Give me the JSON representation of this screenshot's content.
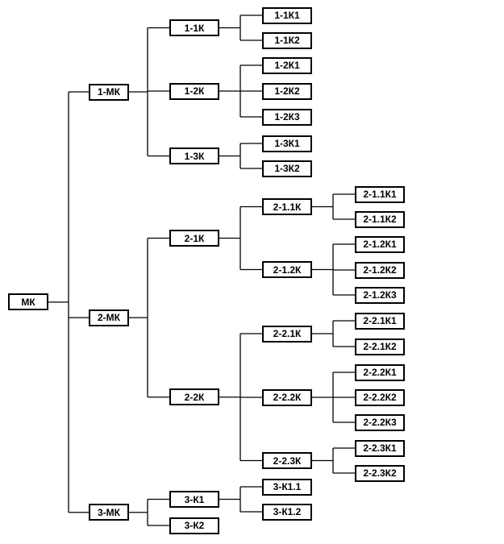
{
  "root": {
    "label": "МК",
    "children": [
      {
        "label": "1-МК",
        "children": [
          {
            "label": "1-1К",
            "children": [
              {
                "label": "1-1К1"
              },
              {
                "label": "1-1К2"
              }
            ]
          },
          {
            "label": "1-2К",
            "children": [
              {
                "label": "1-2К1"
              },
              {
                "label": "1-2К2"
              },
              {
                "label": "1-2К3"
              }
            ]
          },
          {
            "label": "1-3К",
            "children": [
              {
                "label": "1-3К1"
              },
              {
                "label": "1-3К2"
              }
            ]
          }
        ]
      },
      {
        "label": "2-МК",
        "children": [
          {
            "label": "2-1К",
            "children": [
              {
                "label": "2-1.1К",
                "children": [
                  {
                    "label": "2-1.1К1"
                  },
                  {
                    "label": "2-1.1К2"
                  }
                ]
              },
              {
                "label": "2-1.2К",
                "children": [
                  {
                    "label": "2-1.2К1"
                  },
                  {
                    "label": "2-1.2К2"
                  },
                  {
                    "label": "2-1.2К3"
                  }
                ]
              }
            ]
          },
          {
            "label": "2-2К",
            "children": [
              {
                "label": "2-2.1К",
                "children": [
                  {
                    "label": "2-2.1К1"
                  },
                  {
                    "label": "2-2.1К2"
                  }
                ]
              },
              {
                "label": "2-2.2К",
                "children": [
                  {
                    "label": "2-2.2К1"
                  },
                  {
                    "label": "2-2.2К2"
                  },
                  {
                    "label": "2-2.2К3"
                  }
                ]
              },
              {
                "label": "2-2.3К",
                "children": [
                  {
                    "label": "2-2.3К1"
                  },
                  {
                    "label": "2-2.3К2"
                  }
                ]
              }
            ]
          }
        ]
      },
      {
        "label": "3-МК",
        "children": [
          {
            "label": "3-К1",
            "children": [
              {
                "label": "3-К1.1"
              },
              {
                "label": "3-К1.2"
              }
            ]
          },
          {
            "label": "3-К2"
          }
        ]
      }
    ]
  }
}
